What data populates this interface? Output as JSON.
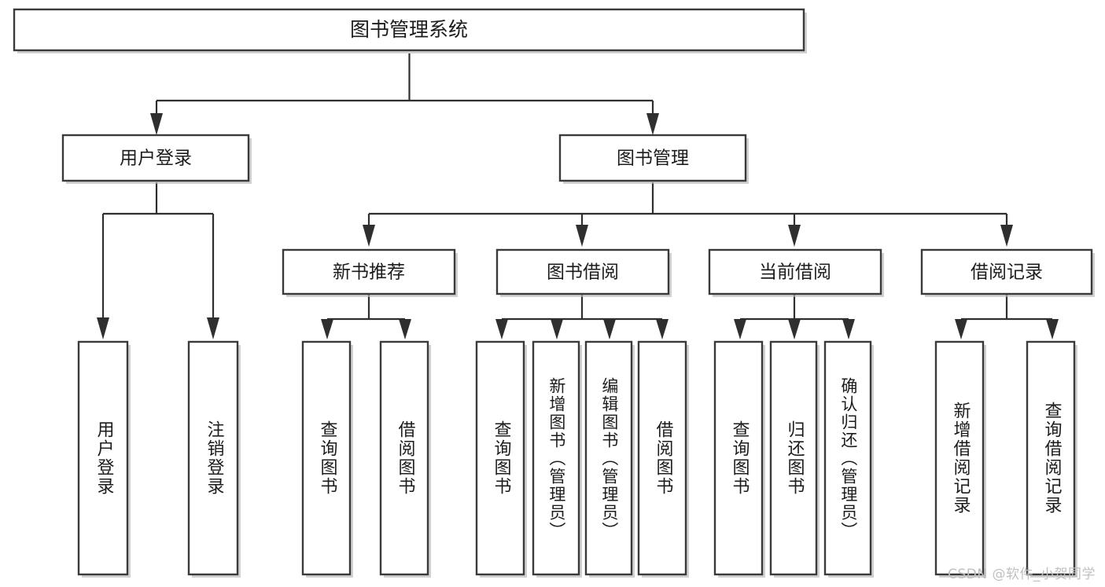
{
  "diagram": {
    "type": "tree-hierarchy-flowchart",
    "title_node": {
      "id": "root",
      "label": "图书管理系统"
    },
    "levels": [
      {
        "level": 1,
        "nodes": [
          {
            "id": "user-login",
            "label": "用户登录"
          },
          {
            "id": "book-manage",
            "label": "图书管理"
          }
        ]
      },
      {
        "level": 2,
        "nodes": [
          {
            "id": "new-book-rec",
            "label": "新书推荐",
            "parent": "book-manage"
          },
          {
            "id": "book-borrow",
            "label": "图书借阅",
            "parent": "book-manage"
          },
          {
            "id": "current-borrow",
            "label": "当前借阅",
            "parent": "book-manage"
          },
          {
            "id": "borrow-record",
            "label": "借阅记录",
            "parent": "book-manage"
          }
        ]
      },
      {
        "level": 3,
        "nodes": [
          {
            "id": "leaf-user-login",
            "label": "用户登录",
            "parent": "user-login"
          },
          {
            "id": "leaf-logout",
            "label": "注销登录",
            "parent": "user-login"
          },
          {
            "id": "leaf-query-book-1",
            "label": "查询图书",
            "parent": "new-book-rec"
          },
          {
            "id": "leaf-borrow-book-1",
            "label": "借阅图书",
            "parent": "new-book-rec"
          },
          {
            "id": "leaf-query-book-2",
            "label": "查询图书",
            "parent": "book-borrow"
          },
          {
            "id": "leaf-add-book",
            "label": "新增图书（管理员）",
            "parent": "book-borrow"
          },
          {
            "id": "leaf-edit-book",
            "label": "编辑图书（管理员）",
            "parent": "book-borrow"
          },
          {
            "id": "leaf-borrow-book-2",
            "label": "借阅图书",
            "parent": "book-borrow"
          },
          {
            "id": "leaf-query-book-3",
            "label": "查询图书",
            "parent": "current-borrow"
          },
          {
            "id": "leaf-return-book",
            "label": "归还图书",
            "parent": "current-borrow"
          },
          {
            "id": "leaf-confirm-return",
            "label": "确认归还（管理员）",
            "parent": "current-borrow"
          },
          {
            "id": "leaf-add-record",
            "label": "新增借阅记录",
            "parent": "borrow-record"
          },
          {
            "id": "leaf-query-record",
            "label": "查询借阅记录",
            "parent": "borrow-record"
          }
        ]
      }
    ]
  },
  "watermark": {
    "text": "CSDN @软件_小贺同学"
  },
  "colors": {
    "box_border": "#3a3a3a",
    "box_fill": "#ffffff",
    "connector": "#2f2f2f",
    "text": "#1c1c1c",
    "watermark": "#c0c0c0",
    "background": "#ffffff"
  }
}
